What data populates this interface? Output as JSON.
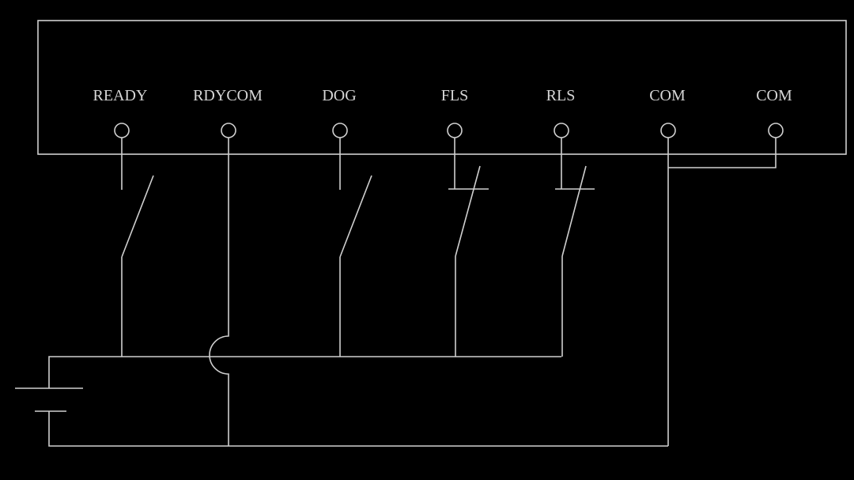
{
  "diagram": {
    "terminals": [
      {
        "label": "READY"
      },
      {
        "label": "RDYCOM"
      },
      {
        "label": "DOG"
      },
      {
        "label": "FLS"
      },
      {
        "label": "RLS"
      },
      {
        "label": "COM"
      },
      {
        "label": "COM"
      }
    ],
    "colors": {
      "background": "#000000",
      "line": "#cfcfcf",
      "text": "#d6d6d6"
    }
  }
}
